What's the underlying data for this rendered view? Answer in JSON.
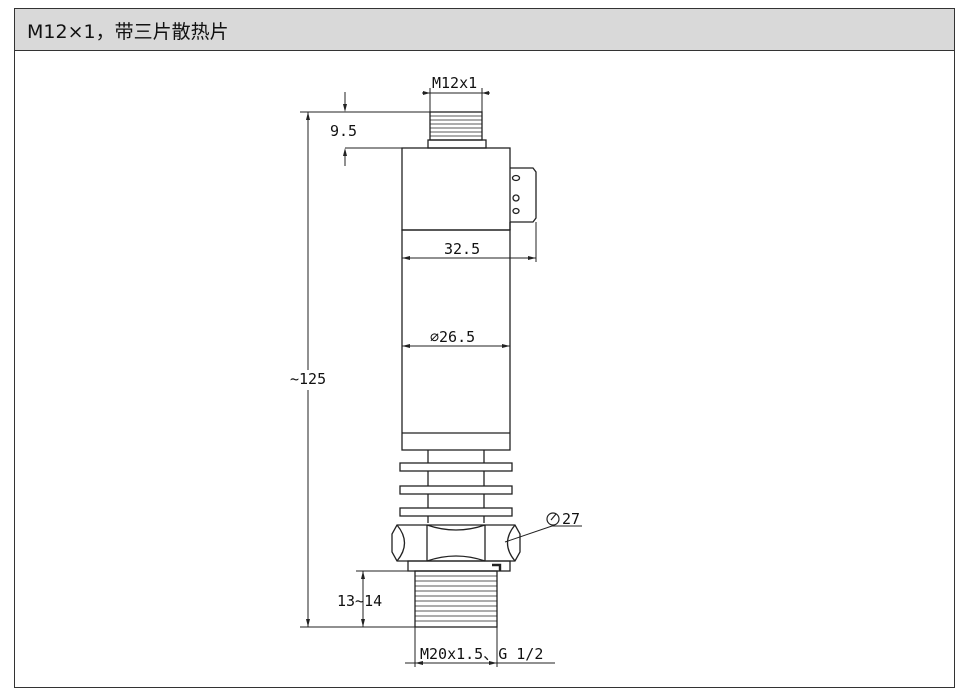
{
  "header": {
    "title": "M12×1，带三片散热片"
  },
  "dimensions": {
    "connector_thread": "M12x1",
    "connector_height": "9.5",
    "housing_width": "32.5",
    "body_diameter": "∅26.5",
    "overall_length": "~125",
    "hex_size": "27",
    "thread_length": "13~14",
    "process_thread": "M20x1.5、G 1/2"
  }
}
